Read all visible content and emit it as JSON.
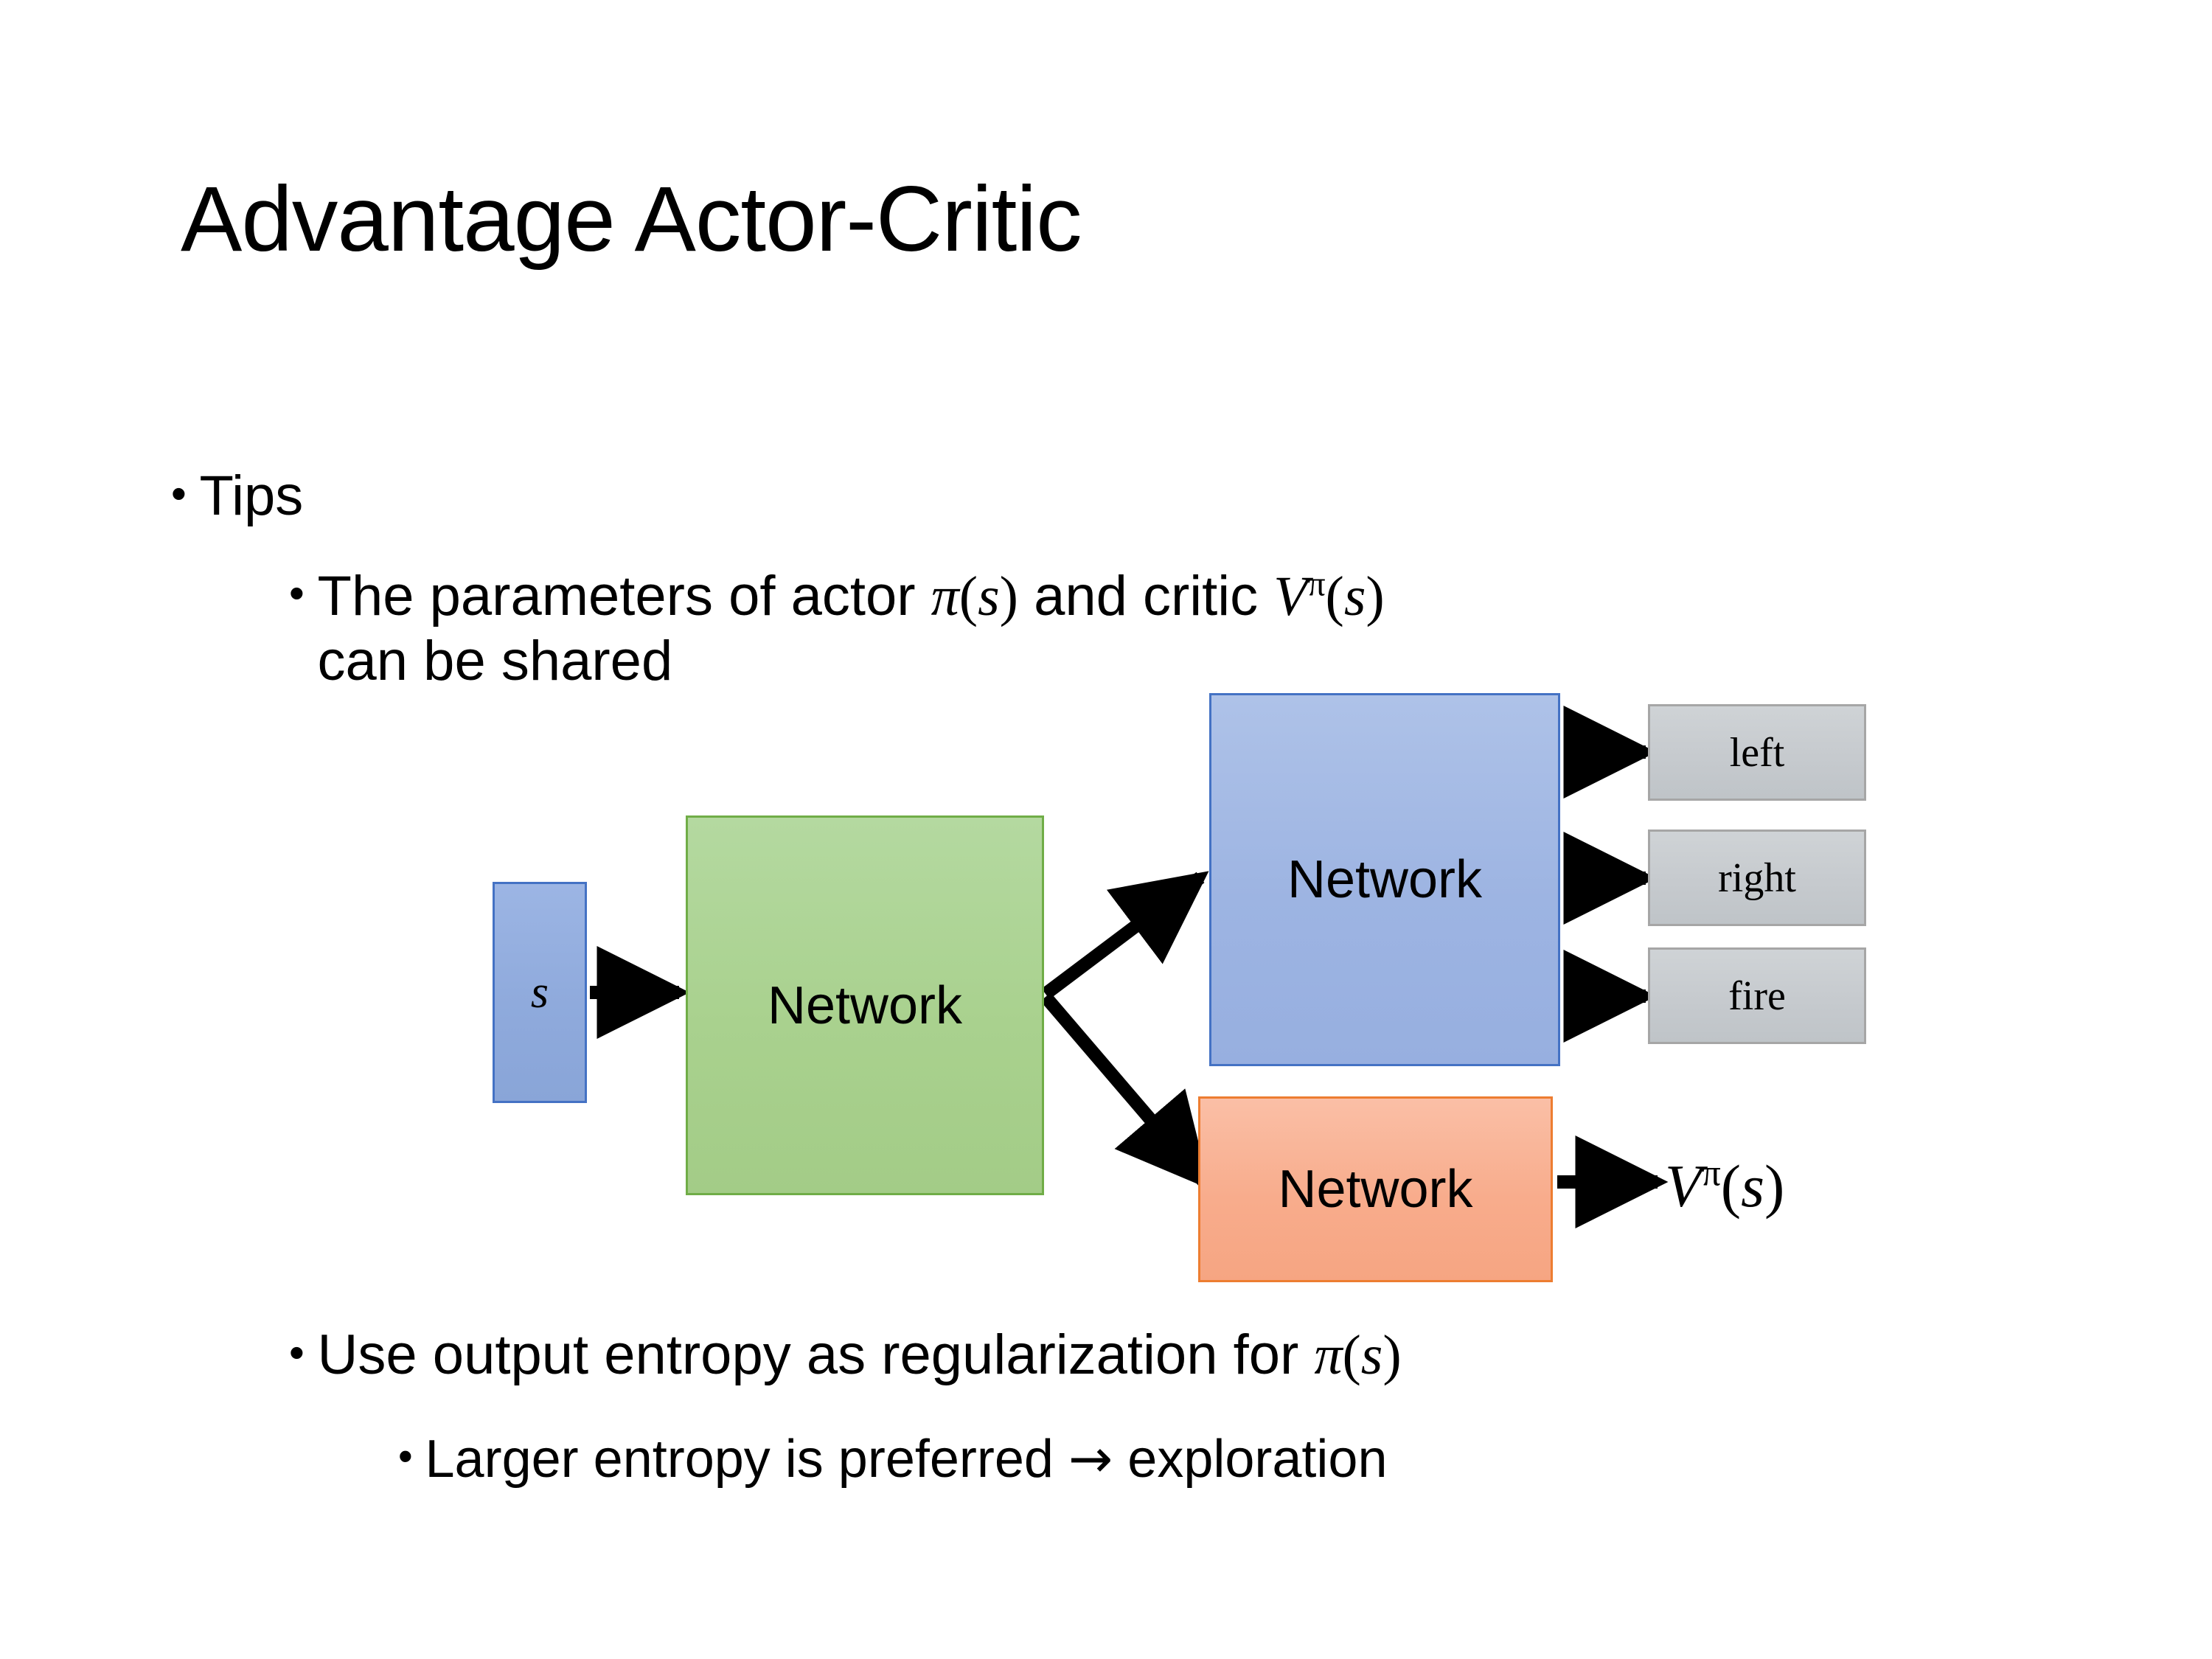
{
  "slide": {
    "title": "Advantage Actor-Critic",
    "background_color": "#FFFFFF",
    "text_color": "#000000"
  },
  "bullets": {
    "tips": {
      "marker": "•",
      "text": "Tips",
      "level": 1
    },
    "shared": {
      "marker": "•",
      "level": 2,
      "text_parts": {
        "a": "The parameters of actor ",
        "pi_symbol": "π",
        "paren_open": "(",
        "s_symbol": "s",
        "paren_close": ")",
        "b": "  and critic ",
        "v_symbol": "V",
        "v_sup": "π",
        "c": "can be shared"
      },
      "full_text": "The parameters of actor π(s)  and critic Vπ(s) can be shared"
    },
    "entropy": {
      "marker": "•",
      "level": 2,
      "text_parts": {
        "a": "Use output entropy as regularization for ",
        "pi_symbol": "π",
        "paren_open": "(",
        "s_symbol": "s",
        "paren_close": ")"
      },
      "full_text": "Use output entropy as regularization for π(s)"
    },
    "larger": {
      "marker": "•",
      "level": 3,
      "text_parts": {
        "a": "Larger entropy is preferred ",
        "arrow": "→",
        "b": " exploration"
      },
      "full_text": "Larger entropy is preferred → exploration"
    }
  },
  "diagram": {
    "nodes": {
      "state": {
        "label": "s",
        "fill": "#8FAADC",
        "border": "#4472C4"
      },
      "shared_network": {
        "label": "Network",
        "fill": "#A9D18E",
        "border": "#70AD47"
      },
      "actor_network": {
        "label": "Network",
        "fill": "#9DB4E2",
        "border": "#4472C4"
      },
      "critic_network": {
        "label": "Network",
        "fill": "#F8AC8C",
        "border": "#ED7D31"
      }
    },
    "action_outputs": [
      {
        "label": "left",
        "fill": "#C6CACE",
        "border": "#A6A6A6"
      },
      {
        "label": "right",
        "fill": "#C6CACE",
        "border": "#A6A6A6"
      },
      {
        "label": "fire",
        "fill": "#C6CACE",
        "border": "#A6A6A6"
      }
    ],
    "value_output": {
      "v_symbol": "V",
      "v_sup": "π",
      "paren_open": "(",
      "s_symbol": "s",
      "paren_close": ")",
      "full_text": "Vπ(s)"
    },
    "arrow_color": "#000000"
  }
}
